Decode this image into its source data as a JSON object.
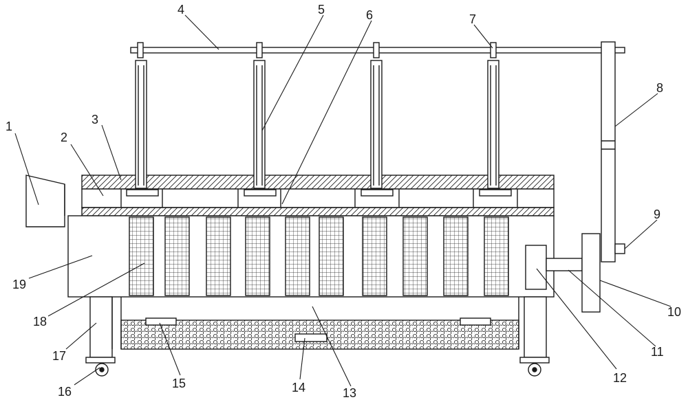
{
  "diagram": {
    "labels": [
      {
        "id": "1",
        "text": "1"
      },
      {
        "id": "2",
        "text": "2"
      },
      {
        "id": "3",
        "text": "3"
      },
      {
        "id": "4",
        "text": "4"
      },
      {
        "id": "5",
        "text": "5"
      },
      {
        "id": "6",
        "text": "6"
      },
      {
        "id": "7",
        "text": "7"
      },
      {
        "id": "8",
        "text": "8"
      },
      {
        "id": "9",
        "text": "9"
      },
      {
        "id": "10",
        "text": "10"
      },
      {
        "id": "11",
        "text": "11"
      },
      {
        "id": "12",
        "text": "12"
      },
      {
        "id": "13",
        "text": "13"
      },
      {
        "id": "14",
        "text": "14"
      },
      {
        "id": "15",
        "text": "15"
      },
      {
        "id": "16",
        "text": "16"
      },
      {
        "id": "17",
        "text": "17"
      },
      {
        "id": "18",
        "text": "18"
      },
      {
        "id": "19",
        "text": "19"
      }
    ],
    "colors": {
      "line": "#1a1a1a",
      "background": "#ffffff"
    }
  }
}
